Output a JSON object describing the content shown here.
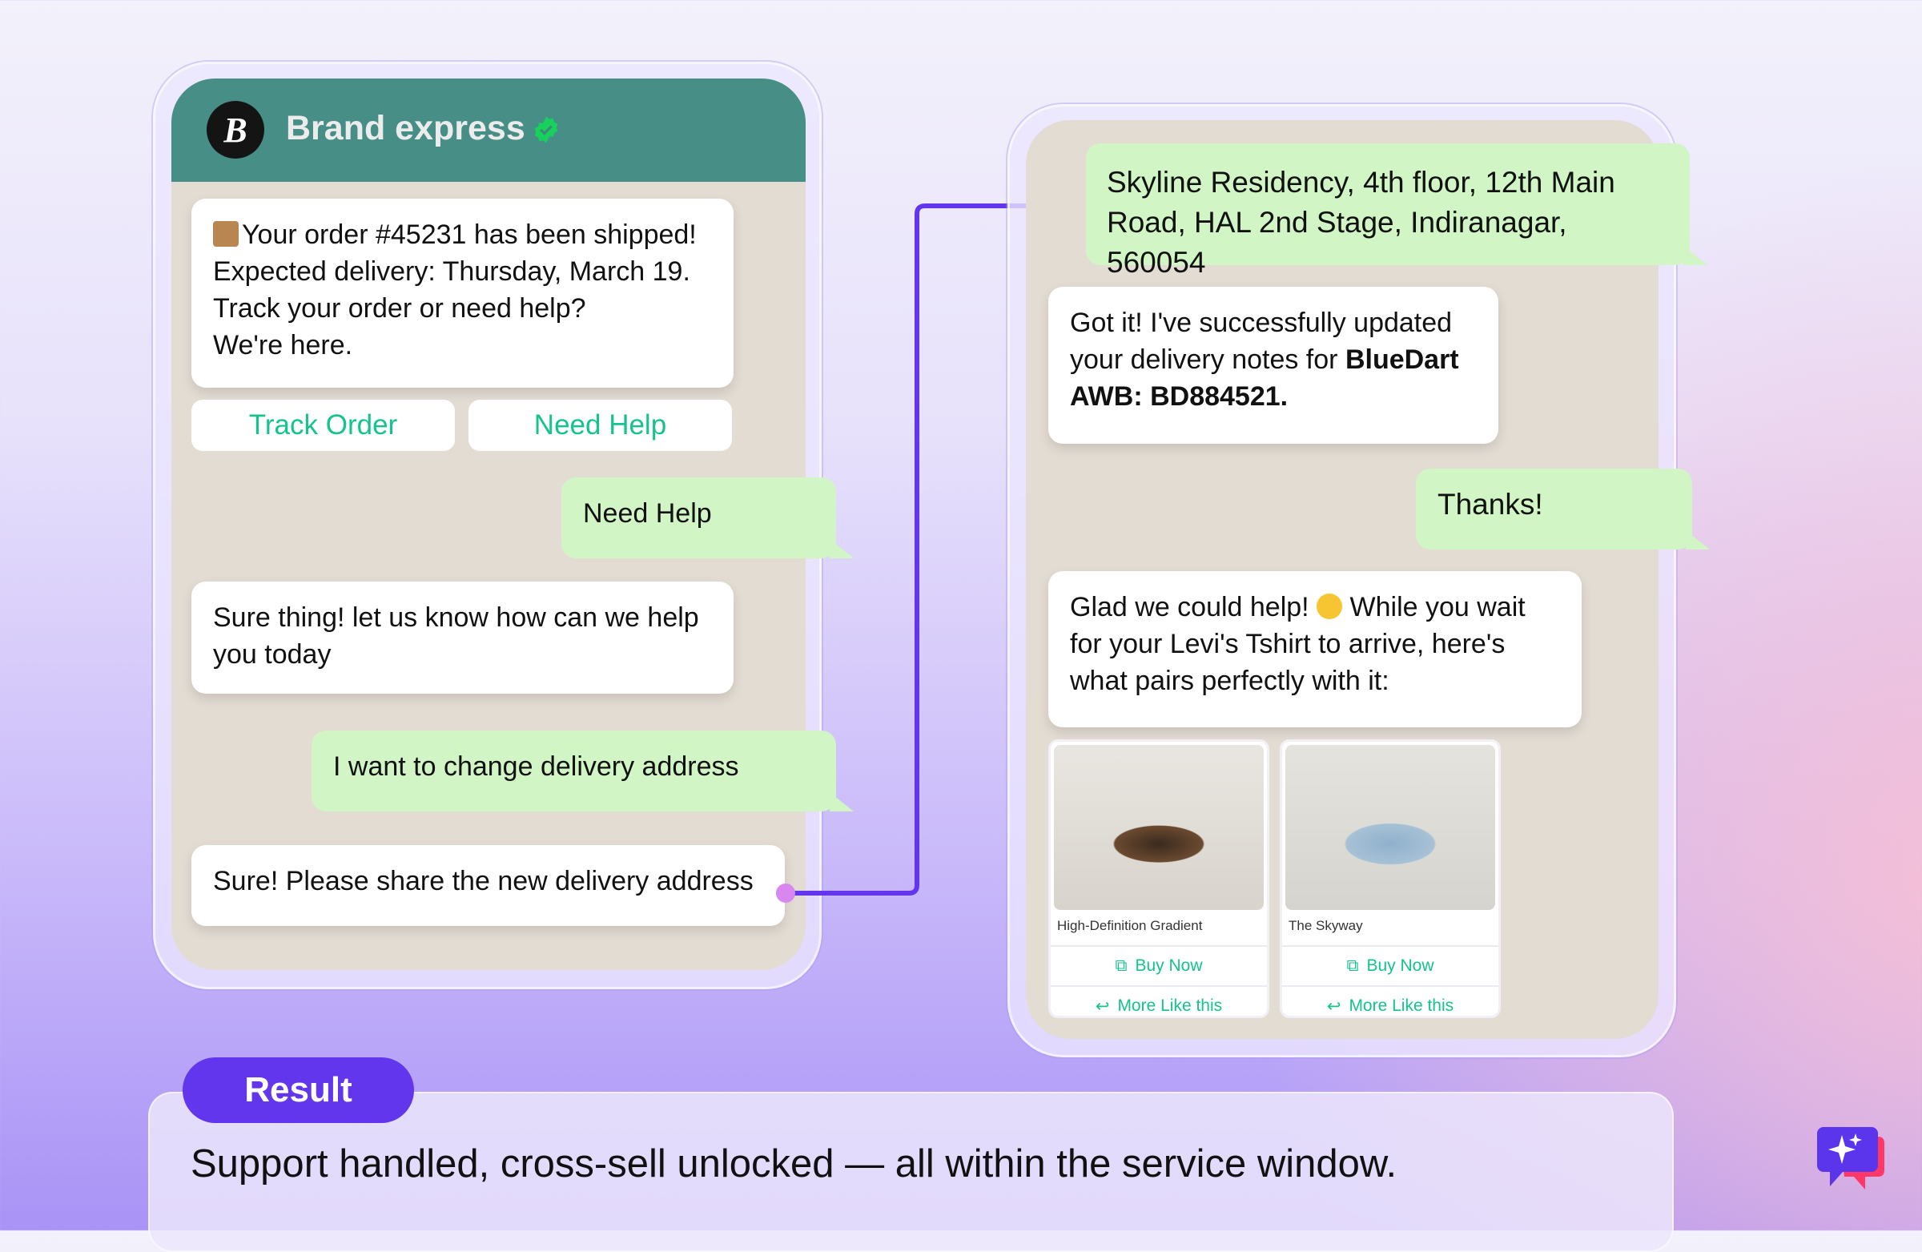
{
  "left_chat": {
    "brand_initial": "B",
    "brand_name": "Brand express",
    "messages": [
      {
        "from": "bot",
        "text": "Your order #45231 has been shipped!\nExpected delivery: Thursday, March 19.\nTrack your order or need help?\nWe're here."
      },
      {
        "from": "user",
        "text": "Need Help"
      },
      {
        "from": "bot",
        "text": "Sure thing! let us know how can we help you today"
      },
      {
        "from": "user",
        "text": "I want to change delivery address"
      },
      {
        "from": "bot",
        "text": "Sure! Please share the new delivery address"
      }
    ],
    "quick_replies": [
      "Track Order",
      "Need Help"
    ]
  },
  "right_chat": {
    "address": "Skyline Residency, 4th floor, 12th Main Road, HAL 2nd Stage, Indiranagar, 560054",
    "confirm_pre": "Got it! I've successfully updated your delivery notes for ",
    "confirm_bold": "BlueDart AWB: BD884521.",
    "thanks": "Thanks!",
    "glad_pre": "Glad we could help! ",
    "glad_post": " While you wait for your Levi's Tshirt to arrive, here's what pairs perfectly with it:",
    "products": [
      {
        "name": "High-Definition Gradient",
        "buy": "Buy Now",
        "more": "More Like this"
      },
      {
        "name": "The Skyway",
        "buy": "Buy Now",
        "more": "More Like this"
      }
    ]
  },
  "result": {
    "badge": "Result",
    "text": "Support handled, cross-sell unlocked — all within the service window."
  },
  "colors": {
    "header": "#468e86",
    "accent": "#14c38e",
    "user_bubble": "#d1f5c4",
    "purple": "#6236ec"
  }
}
